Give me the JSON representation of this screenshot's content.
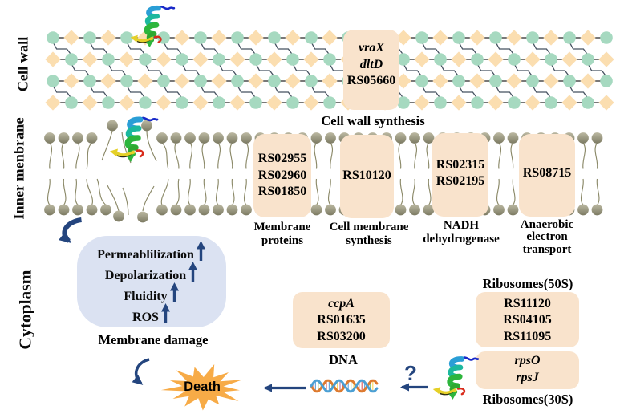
{
  "regions": {
    "cell_wall": "Cell wall",
    "inner_membrane": "Inner menbrane",
    "cytoplasm": "Cytoplasm"
  },
  "cell_wall": {
    "genes": [
      "vraX",
      "dltD",
      "RS05660"
    ],
    "caption": "Cell wall synthesis"
  },
  "membrane_boxes": [
    {
      "genes": [
        "RS02955",
        "RS02960",
        "RS01850"
      ],
      "label_lines": [
        "Membrane",
        "proteins"
      ]
    },
    {
      "genes": [
        "RS10120"
      ],
      "label_lines": [
        "Cell membrane",
        "synthesis"
      ]
    },
    {
      "genes": [
        "RS02315",
        "RS02195"
      ],
      "label_lines": [
        "NADH",
        "dehydrogenase"
      ]
    },
    {
      "genes": [
        "RS08715"
      ],
      "label_lines": [
        "Anaerobic",
        "electron",
        "transport"
      ]
    }
  ],
  "cytoplasm": {
    "damage_items": [
      "Permeablilization",
      "Depolarization",
      "Fluidity",
      "ROS"
    ],
    "damage_caption": "Membrane damage",
    "death_label": "Death",
    "question_mark": "?",
    "dna_box": {
      "genes": [
        "ccpA",
        "RS01635",
        "RS03200"
      ],
      "caption": "DNA"
    },
    "ribosomes": {
      "label_50s": "Ribosomes(50S)",
      "genes_50s": [
        "RS11120",
        "RS04105",
        "RS11095"
      ],
      "genes_30s": [
        "rpsO",
        "rpsJ"
      ],
      "label_30s": "Ribosomes(30S)"
    }
  },
  "colors": {
    "navy": "#24457e",
    "peach_box": "#f9e3cc",
    "mint_circle": "#a6d9c0",
    "peach_diamond": "#fbdeb0",
    "blue_box": "#dbe2f2",
    "death_orange": "#f7ab47",
    "lipid_head": "#999780",
    "lipid_tail": "#8b8968",
    "wall_line": "#4c4c4c",
    "wall_zigzag": "#44505f",
    "helix_strand_a": "#dd7a2e",
    "helix_strand_b": "#4b9fd4"
  }
}
